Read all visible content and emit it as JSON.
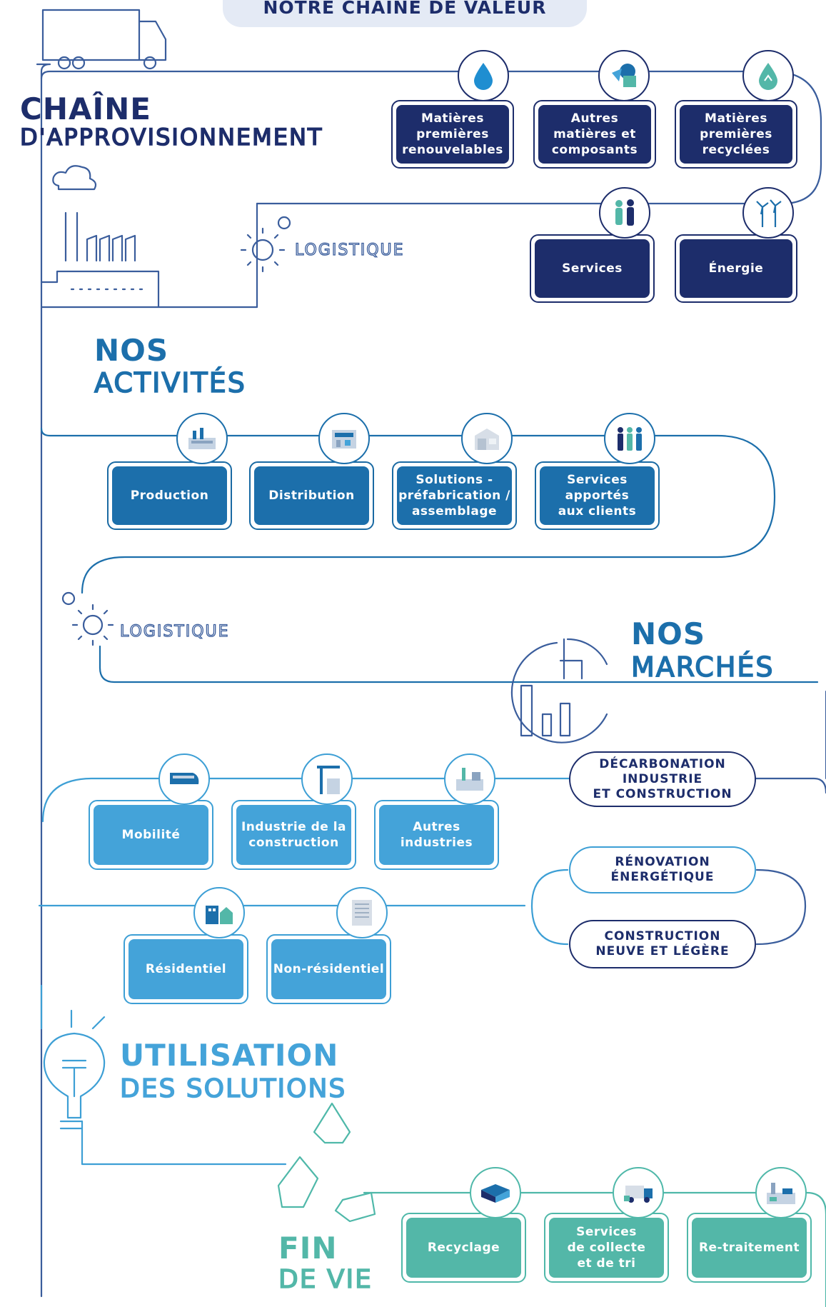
{
  "banner": "NOTRE CHAÎNE DE VALEUR",
  "sections": {
    "supply_bold": "CHAÎNE",
    "supply_thin": "D'APPROVISIONNEMENT",
    "logistics_1": "LOGISTIQUE",
    "activities_bold": "NOS",
    "activities_thin": "ACTIVITÉS",
    "logistics_2": "LOGISTIQUE",
    "markets_bold": "NOS",
    "markets_thin": "MARCHÉS",
    "usage_bold": "UTILISATION",
    "usage_thin": "DES SOLUTIONS",
    "eol_bold": "FIN",
    "eol_thin": "DE VIE"
  },
  "supply": [
    {
      "label": "Matières\npremières\nrenouvelables",
      "icon": "water-drop-icon"
    },
    {
      "label": "Autres\nmatières et\ncomposants",
      "icon": "materials-icon"
    },
    {
      "label": "Matières\npremières\nrecyclées",
      "icon": "recycled-drop-icon"
    },
    {
      "label": "Services",
      "icon": "people-icon"
    },
    {
      "label": "Énergie",
      "icon": "wind-turbine-icon"
    }
  ],
  "activities": [
    {
      "label": "Production",
      "icon": "factory-icon"
    },
    {
      "label": "Distribution",
      "icon": "store-icon"
    },
    {
      "label": "Solutions -\npréfabrication /\nassemblage",
      "icon": "prefab-house-icon"
    },
    {
      "label": "Services\napportés\naux clients",
      "icon": "team-icon"
    }
  ],
  "markets": [
    {
      "label": "Mobilité",
      "icon": "train-icon"
    },
    {
      "label": "Industrie de la\nconstruction",
      "icon": "crane-icon"
    },
    {
      "label": "Autres\nindustries",
      "icon": "industry-icon"
    },
    {
      "label": "Résidentiel",
      "icon": "houses-icon"
    },
    {
      "label": "Non-résidentiel",
      "icon": "office-building-icon"
    }
  ],
  "market_themes": [
    "DÉCARBONATION\nINDUSTRIE\nET CONSTRUCTION",
    "RÉNOVATION\nÉNERGÉTIQUE",
    "CONSTRUCTION\nNEUVE ET LÉGÈRE"
  ],
  "end_of_life": [
    {
      "label": "Recyclage",
      "icon": "container-icon"
    },
    {
      "label": "Services\nde collecte\net de tri",
      "icon": "truck-icon"
    },
    {
      "label": "Re-traitement",
      "icon": "plant-icon"
    }
  ],
  "colors": {
    "navy": "#1d2d6b",
    "blue": "#1c6fab",
    "sky": "#44a3d9",
    "teal": "#53b7a8",
    "line": "#3a5d9c"
  }
}
